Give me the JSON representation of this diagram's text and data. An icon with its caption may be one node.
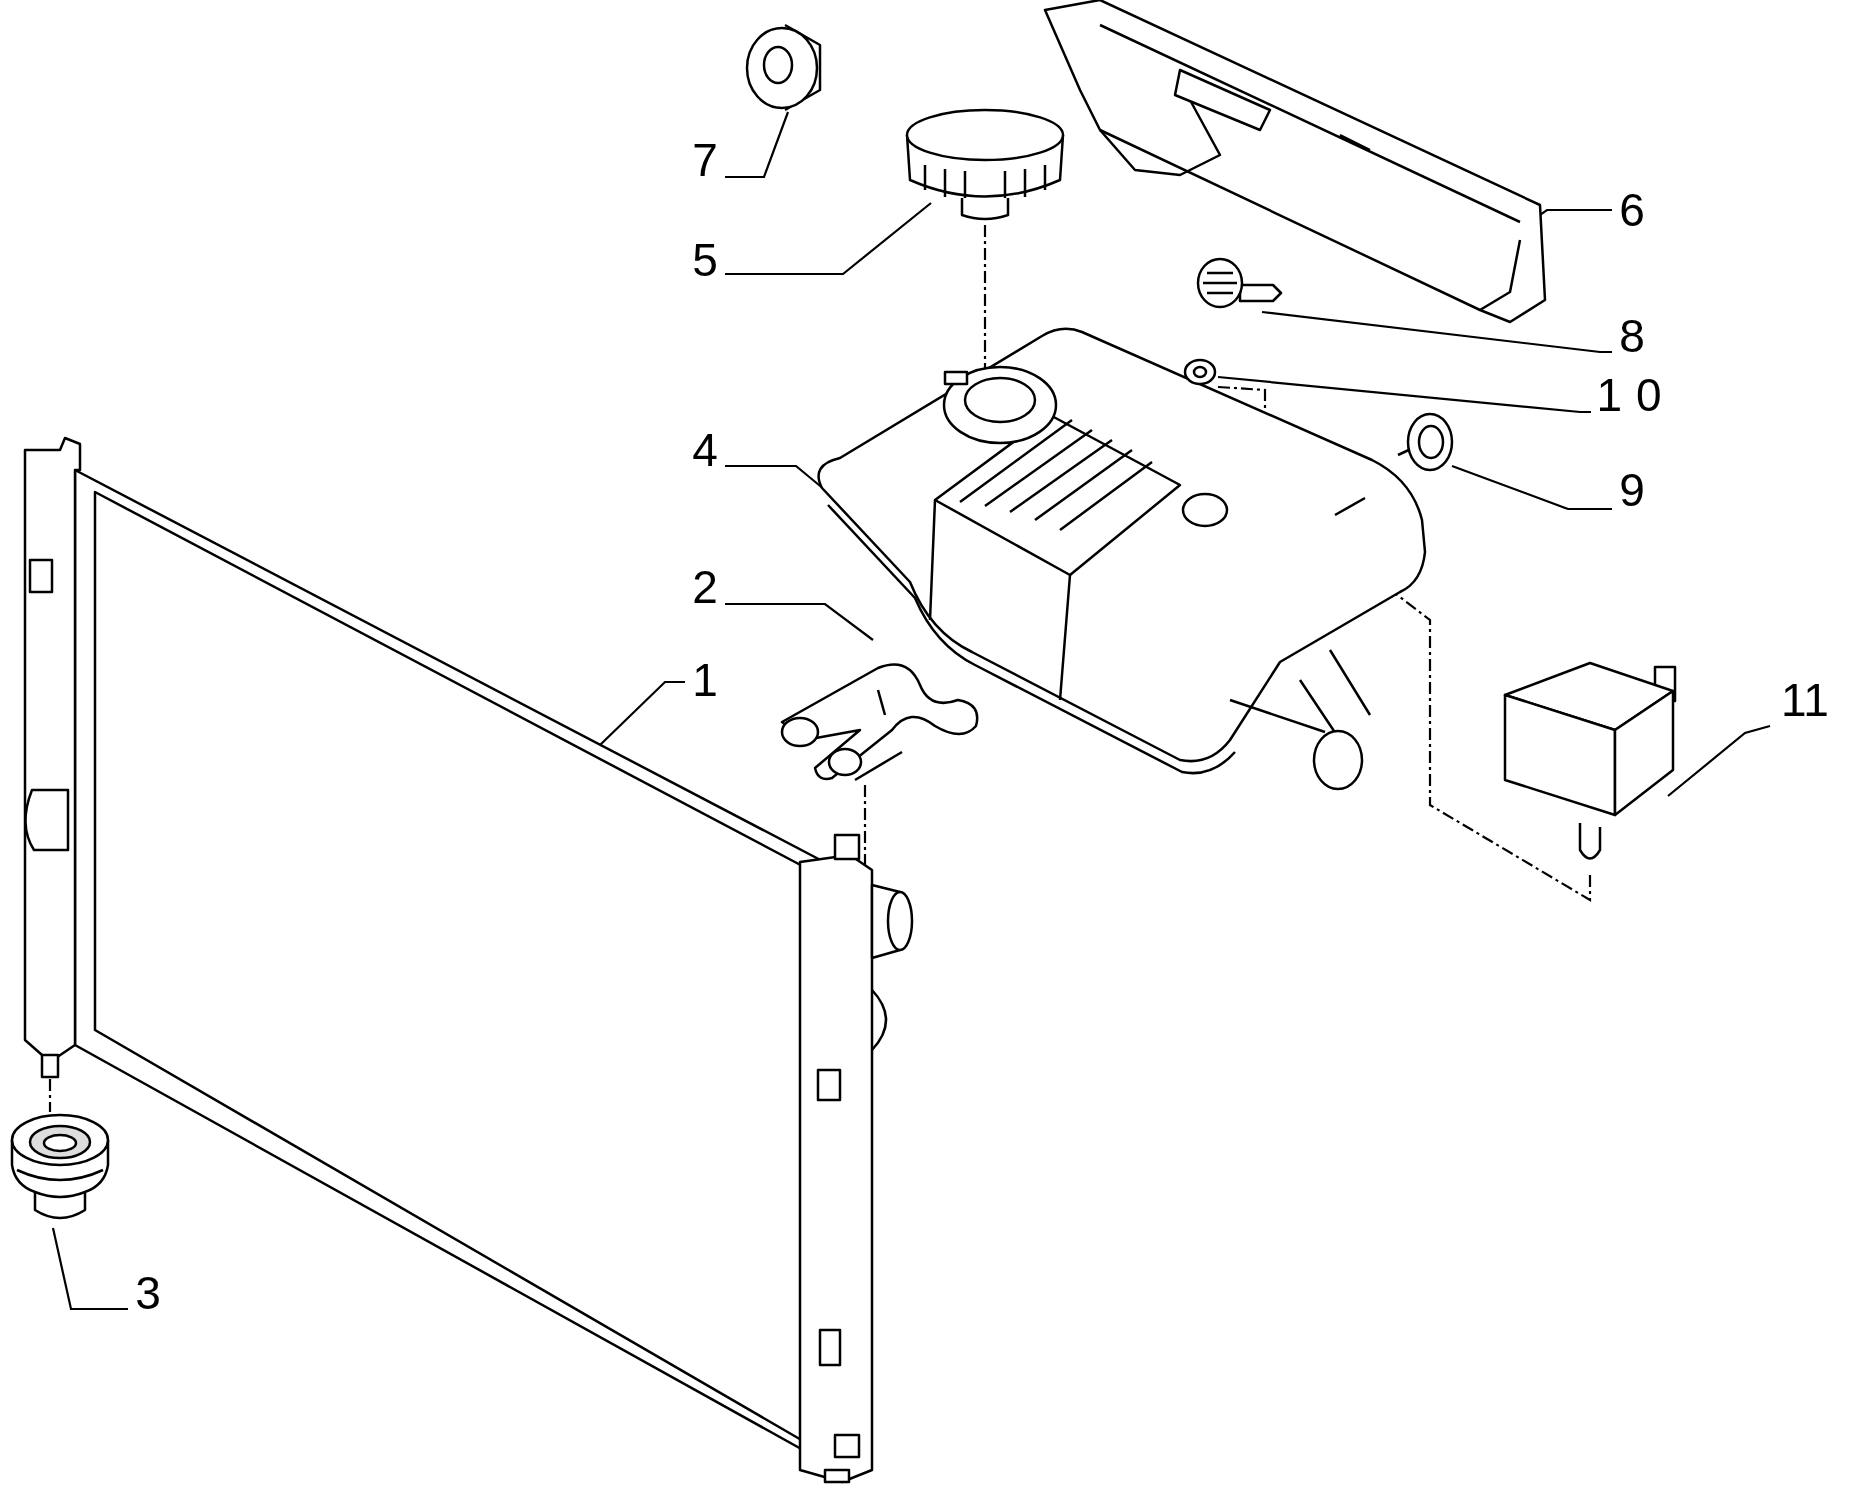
{
  "diagram": {
    "nodes": [
      {
        "text": [
          "1"
        ]
      },
      {
        "text": [
          "2"
        ]
      },
      {
        "text": [
          "3"
        ]
      },
      {
        "text": [
          "4"
        ]
      },
      {
        "text": [
          "5"
        ]
      },
      {
        "text": [
          "6"
        ]
      },
      {
        "text": [
          "7"
        ]
      },
      {
        "text": [
          "8"
        ]
      },
      {
        "text": [
          "9"
        ]
      },
      {
        "text": [
          "10"
        ]
      },
      {
        "text": [
          "11"
        ]
      },
      {
        "text": [],
        "shape": "picture"
      },
      {
        "text": [],
        "shape": "picture"
      },
      {
        "text": [],
        "shape": "picture"
      },
      {
        "text": [],
        "shape": "picture"
      },
      {
        "text": [],
        "shape": "picture"
      },
      {
        "text": [],
        "shape": "picture"
      },
      {
        "text": [],
        "shape": "picture"
      },
      {
        "text": [],
        "shape": "picture"
      },
      {
        "text": [],
        "shape": "picture"
      },
      {
        "text": [],
        "shape": "picture"
      },
      {
        "text": [],
        "shape": "picture"
      }
    ],
    "edges": [
      {
        "from": 0,
        "to": 11,
        "arrow": "none"
      },
      {
        "from": 1,
        "to": 12,
        "arrow": "none"
      },
      {
        "from": 2,
        "to": 13,
        "arrow": "none"
      },
      {
        "from": 3,
        "to": 14,
        "arrow": "none"
      },
      {
        "from": 4,
        "to": 15,
        "arrow": "none"
      },
      {
        "from": 5,
        "to": 16,
        "arrow": "none"
      },
      {
        "from": 6,
        "to": 17,
        "arrow": "none"
      },
      {
        "from": 7,
        "to": 18,
        "arrow": "none"
      },
      {
        "from": 8,
        "to": 19,
        "arrow": "none"
      },
      {
        "from": 9,
        "to": 20,
        "arrow": "none"
      },
      {
        "from": 10,
        "to": 21,
        "arrow": "none"
      },
      {
        "from": 15,
        "to": 14,
        "arrow": "none",
        "style": "dashed"
      },
      {
        "from": 12,
        "to": 11,
        "arrow": "none",
        "style": "dashed"
      },
      {
        "from": 13,
        "to": 11,
        "arrow": "none",
        "style": "dashed"
      },
      {
        "from": 20,
        "to": 14,
        "arrow": "none",
        "style": "dashed"
      },
      {
        "from": 21,
        "to": 14,
        "arrow": "none",
        "style": "dashed"
      }
    ]
  }
}
